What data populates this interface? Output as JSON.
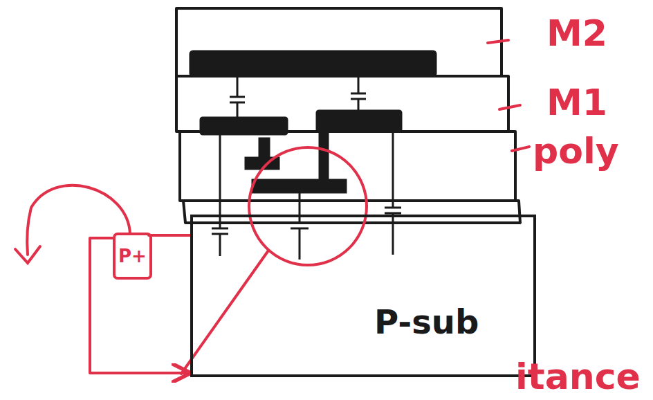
{
  "diagram": {
    "nodes": [
      {
        "text": [
          "P-sub"
        ]
      },
      {
        "text": [
          "P+"
        ]
      }
    ],
    "edges": [
      {
        "from": 1,
        "to": 0,
        "arrow": "to"
      }
    ],
    "labels": [
      "M2",
      "M1",
      "poly",
      "itance"
    ]
  }
}
